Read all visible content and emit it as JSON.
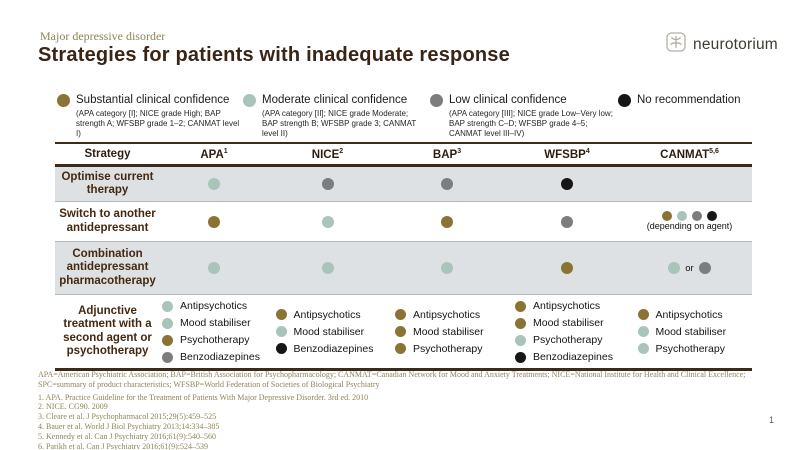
{
  "slide": {
    "eyebrow": "Major depressive disorder",
    "title": "Strategies for patients with inadequate response",
    "page_number": "1"
  },
  "logo": {
    "name": "neurotorium",
    "icon": "brain-tree-icon"
  },
  "colors": {
    "substantial": "#8b7335",
    "moderate": "#a9c4b9",
    "low": "#7b7d7f",
    "none": "#161616"
  },
  "legend": [
    {
      "level": "substantial",
      "label": "Substantial clinical confidence",
      "detail": "(APA category [I]; NICE grade High; BAP strength A; WFSBP grade 1–2; CANMAT level I)"
    },
    {
      "level": "moderate",
      "label": "Moderate clinical confidence",
      "detail": "(APA category [II]; NICE grade Moderate; BAP strength B; WFSBP grade 3; CANMAT level II)"
    },
    {
      "level": "low",
      "label": "Low clinical confidence",
      "detail": "(APA category [III]; NICE grade Low–Very low; BAP strength C–D; WFSBP grade 4–5; CANMAT level III–IV)"
    },
    {
      "level": "none",
      "label": "No recommendation",
      "detail": ""
    }
  ],
  "table": {
    "headers": [
      {
        "label": "Strategy",
        "sup": ""
      },
      {
        "label": "APA",
        "sup": "1"
      },
      {
        "label": "NICE",
        "sup": "2"
      },
      {
        "label": "BAP",
        "sup": "3"
      },
      {
        "label": "WFSBP",
        "sup": "4"
      },
      {
        "label": "CANMAT",
        "sup": "5,6"
      }
    ],
    "rows": [
      {
        "label": "Optimise current therapy",
        "shaded": true,
        "cells": [
          {
            "dot": "moderate"
          },
          {
            "dot": "low"
          },
          {
            "dot": "low"
          },
          {
            "dot": "none"
          },
          {
            "empty": true
          }
        ]
      },
      {
        "label": "Switch to another antidepressant",
        "shaded": false,
        "cells": [
          {
            "dot": "substantial"
          },
          {
            "dot": "moderate"
          },
          {
            "dot": "substantial"
          },
          {
            "dot": "low"
          },
          {
            "cluster": [
              "substantial",
              "moderate",
              "low",
              "none"
            ],
            "caption": "(depending on agent)"
          }
        ]
      },
      {
        "label": "Combination antidepressant pharmacotherapy",
        "shaded": true,
        "cells": [
          {
            "dot": "moderate"
          },
          {
            "dot": "moderate"
          },
          {
            "dot": "moderate"
          },
          {
            "dot": "substantial"
          },
          {
            "pair": [
              "moderate",
              "low"
            ],
            "joiner": "or"
          }
        ]
      },
      {
        "label": "Adjunctive treatment with a second agent or psychotherapy",
        "shaded": false,
        "cells": [
          {
            "list": [
              {
                "dot": "moderate",
                "label": "Antipsychotics"
              },
              {
                "dot": "moderate",
                "label": "Mood stabiliser"
              },
              {
                "dot": "substantial",
                "label": "Psychotherapy"
              },
              {
                "dot": "low",
                "label": "Benzodiazepines"
              }
            ]
          },
          {
            "list": [
              {
                "dot": "substantial",
                "label": "Antipsychotics"
              },
              {
                "dot": "moderate",
                "label": "Mood stabiliser"
              },
              {
                "dot": "none",
                "label": "Benzodiazepines"
              }
            ]
          },
          {
            "list": [
              {
                "dot": "substantial",
                "label": "Antipsychotics"
              },
              {
                "dot": "substantial",
                "label": "Mood stabiliser"
              },
              {
                "dot": "substantial",
                "label": "Psychotherapy"
              }
            ]
          },
          {
            "list": [
              {
                "dot": "substantial",
                "label": "Antipsychotics"
              },
              {
                "dot": "substantial",
                "label": "Mood stabiliser"
              },
              {
                "dot": "moderate",
                "label": "Psychotherapy"
              },
              {
                "dot": "none",
                "label": "Benzodiazepines"
              }
            ]
          },
          {
            "list": [
              {
                "dot": "substantial",
                "label": "Antipsychotics"
              },
              {
                "dot": "moderate",
                "label": "Mood stabiliser"
              },
              {
                "dot": "moderate",
                "label": "Psychotherapy"
              }
            ]
          }
        ]
      }
    ]
  },
  "footer": {
    "abbreviations": "APA=American Psychiatric Association; BAP=British Association for Psychopharmacology; CANMAT=Canadian Network for Mood and Anxiety Treatments; NICE=National Institute for Health and Clinical Excellence; SPC=summary of product characteristics; WFSBP=World Federation of Societies of Biological Psychiatry",
    "references": [
      "APA. Practice Guideline for the Treatment of Patients With Major Depressive Disorder. 3rd ed. 2010",
      "NICE. CG90. 2009",
      "Cleare et al. J Psychopharmacol 2015;29(5):459–525",
      "Bauer et al. World J Biol Psychiatry 2013;14:334–385",
      "Kennedy et al. Can J Psychiatry 2016;61(9):540–560",
      "Parikh et al. Can J Psychiatry 2016;61(9):524–539"
    ]
  }
}
